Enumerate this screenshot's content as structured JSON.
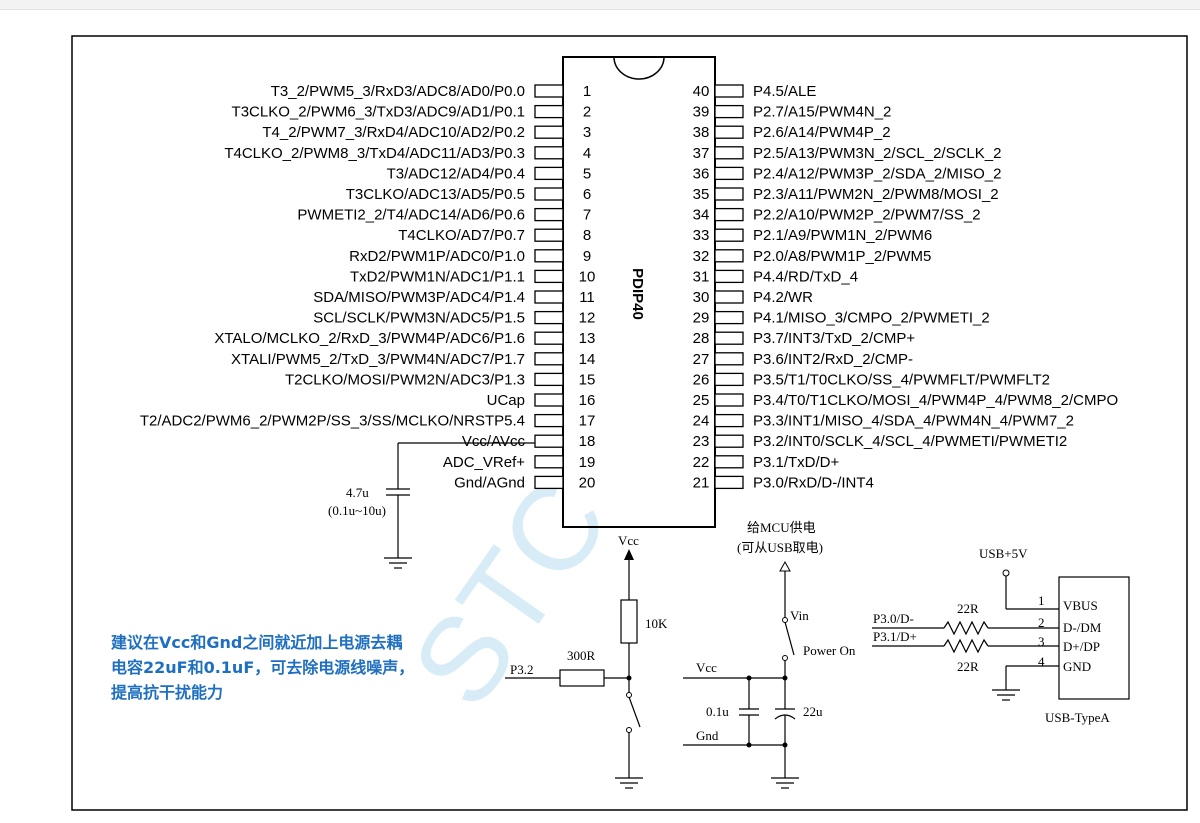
{
  "chip": {
    "package_label": "PDIP40",
    "left_pins": [
      {
        "num": "1",
        "label": "T3_2/PWM5_3/RxD3/ADC8/AD0/P0.0"
      },
      {
        "num": "2",
        "label": "T3CLKO_2/PWM6_3/TxD3/ADC9/AD1/P0.1"
      },
      {
        "num": "3",
        "label": "T4_2/PWM7_3/RxD4/ADC10/AD2/P0.2"
      },
      {
        "num": "4",
        "label": "T4CLKO_2/PWM8_3/TxD4/ADC11/AD3/P0.3"
      },
      {
        "num": "5",
        "label": "T3/ADC12/AD4/P0.4"
      },
      {
        "num": "6",
        "label": "T3CLKO/ADC13/AD5/P0.5"
      },
      {
        "num": "7",
        "label": "PWMETI2_2/T4/ADC14/AD6/P0.6"
      },
      {
        "num": "8",
        "label": "T4CLKO/AD7/P0.7"
      },
      {
        "num": "9",
        "label": "RxD2/PWM1P/ADC0/P1.0"
      },
      {
        "num": "10",
        "label": "TxD2/PWM1N/ADC1/P1.1"
      },
      {
        "num": "11",
        "label": "SDA/MISO/PWM3P/ADC4/P1.4"
      },
      {
        "num": "12",
        "label": "SCL/SCLK/PWM3N/ADC5/P1.5"
      },
      {
        "num": "13",
        "label": "XTALO/MCLKO_2/RxD_3/PWM4P/ADC6/P1.6"
      },
      {
        "num": "14",
        "label": "XTALI/PWM5_2/TxD_3/PWM4N/ADC7/P1.7"
      },
      {
        "num": "15",
        "label": "T2CLKO/MOSI/PWM2N/ADC3/P1.3"
      },
      {
        "num": "16",
        "label": "UCap"
      },
      {
        "num": "17",
        "label": "T2/ADC2/PWM6_2/PWM2P/SS_3/SS/MCLKO/NRSTP5.4"
      },
      {
        "num": "18",
        "label": "Vcc/AVcc"
      },
      {
        "num": "19",
        "label": "ADC_VRef+"
      },
      {
        "num": "20",
        "label": "Gnd/AGnd"
      }
    ],
    "right_pins": [
      {
        "num": "40",
        "label": "P4.5/ALE"
      },
      {
        "num": "39",
        "label": "P2.7/A15/PWM4N_2"
      },
      {
        "num": "38",
        "label": "P2.6/A14/PWM4P_2"
      },
      {
        "num": "37",
        "label": "P2.5/A13/PWM3N_2/SCL_2/SCLK_2"
      },
      {
        "num": "36",
        "label": "P2.4/A12/PWM3P_2/SDA_2/MISO_2"
      },
      {
        "num": "35",
        "label": "P2.3/A11/PWM2N_2/PWM8/MOSI_2"
      },
      {
        "num": "34",
        "label": "P2.2/A10/PWM2P_2/PWM7/SS_2"
      },
      {
        "num": "33",
        "label": "P2.1/A9/PWM1N_2/PWM6"
      },
      {
        "num": "32",
        "label": "P2.0/A8/PWM1P_2/PWM5"
      },
      {
        "num": "31",
        "label": "P4.4/RD/TxD_4"
      },
      {
        "num": "30",
        "label": "P4.2/WR"
      },
      {
        "num": "29",
        "label": "P4.1/MISO_3/CMPO_2/PWMETI_2"
      },
      {
        "num": "28",
        "label": "P3.7/INT3/TxD_2/CMP+"
      },
      {
        "num": "27",
        "label": "P3.6/INT2/RxD_2/CMP-"
      },
      {
        "num": "26",
        "label": "P3.5/T1/T0CLKO/SS_4/PWMFLT/PWMFLT2"
      },
      {
        "num": "25",
        "label": "P3.4/T0/T1CLKO/MOSI_4/PWM4P_4/PWM8_2/CMPO"
      },
      {
        "num": "24",
        "label": "P3.3/INT1/MISO_4/SDA_4/PWM4N_4/PWM7_2"
      },
      {
        "num": "23",
        "label": "P3.2/INT0/SCLK_4/SCL_4/PWMETI/PWMETI2"
      },
      {
        "num": "22",
        "label": "P3.1/TxD/D+"
      },
      {
        "num": "21",
        "label": "P3.0/RxD/D-/INT4"
      }
    ]
  },
  "ucap_cap": {
    "value": "4.7u",
    "range": "(0.1u~10u)"
  },
  "reset_circuit": {
    "vcc": "Vcc",
    "resistor_pullup": "10K",
    "resistor_series": "300R",
    "pin": "P3.2"
  },
  "power": {
    "note_line1": "给MCU供电",
    "note_line2": "(可从USB取电)",
    "vin": "Vin",
    "switch": "Power On",
    "vcc": "Vcc",
    "gnd": "Gnd",
    "cap1": "0.1u",
    "cap2": "22u"
  },
  "usb": {
    "supply": "USB+5V",
    "d_minus_net": "P3.0/D-",
    "d_plus_net": "P3.1/D+",
    "r1": "22R",
    "r2": "22R",
    "pins": [
      {
        "num": "1",
        "name": "VBUS"
      },
      {
        "num": "2",
        "name": "D-/DM"
      },
      {
        "num": "3",
        "name": "D+/DP"
      },
      {
        "num": "4",
        "name": "GND"
      }
    ],
    "connector_label": "USB-TypeA"
  },
  "advice": {
    "line1": "建议在Vcc和Gnd之间就近加上电源去耦",
    "line2": "电容22uF和0.1uF，可去除电源线噪声，",
    "line3": "提高抗干扰能力"
  },
  "watermark": "STC"
}
